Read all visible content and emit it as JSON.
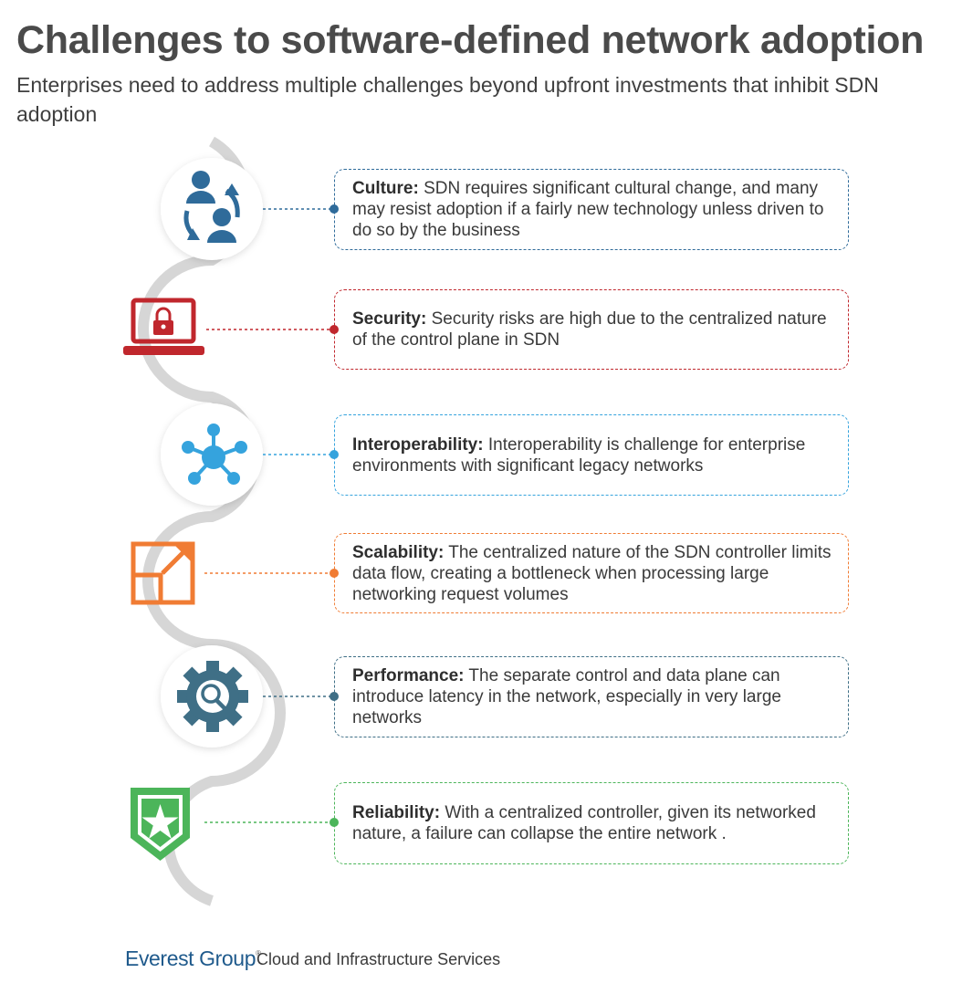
{
  "header": {
    "title": "Challenges to software-defined network adoption",
    "subtitle": "Enterprises need to address multiple challenges beyond upfront investments that inhibit SDN adoption"
  },
  "challenges": [
    {
      "label": "Culture:",
      "text": " SDN requires significant cultural change, and many may resist adoption if a fairly new technology unless driven to do so by the business",
      "color": "#2f6b9a",
      "icon": "people-cycle-icon"
    },
    {
      "label": "Security:",
      "text": " Security risks are high due to the centralized nature of the control plane in SDN",
      "color": "#c0272d",
      "icon": "laptop-lock-icon"
    },
    {
      "label": "Interoperability:",
      "text": " Interoperability is challenge for enterprise environments with significant legacy networks",
      "color": "#35a3dd",
      "icon": "network-hub-icon"
    },
    {
      "label": "Scalability:",
      "text": " The centralized nature of the SDN controller limits data flow, creating a bottleneck when processing large networking request volumes",
      "color": "#f07c34",
      "icon": "expand-box-icon"
    },
    {
      "label": "Performance:",
      "text": " The separate control and data plane can introduce latency in the network, especially in very large networks",
      "color": "#3f6f86",
      "icon": "gear-search-icon"
    },
    {
      "label": "Reliability:",
      "text": " With a centralized controller, given its networked nature, a failure can collapse the entire network .",
      "color": "#4cb55a",
      "icon": "shield-star-icon"
    }
  ],
  "footer": {
    "brand": "Everest Group",
    "registered": "®",
    "tagline": "Cloud and Infrastructure Services",
    "brand_color": "#1f5a8c"
  }
}
